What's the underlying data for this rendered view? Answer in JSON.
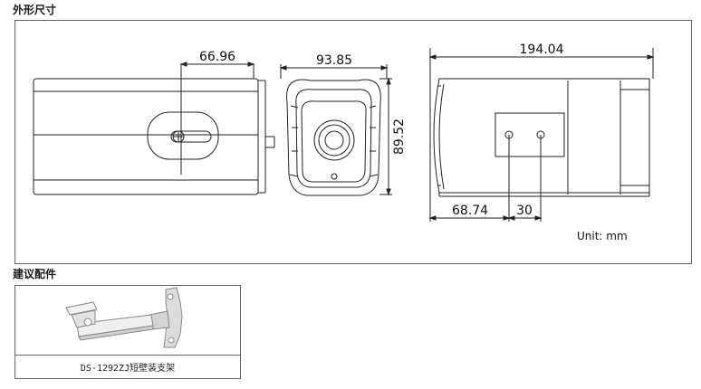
{
  "sections": {
    "dimensions_heading": "外形尺寸",
    "accessories_heading": "建议配件"
  },
  "dimensions": {
    "side_offset": "66.96",
    "front_width": "93.85",
    "front_height": "89.52",
    "top_length": "194.04",
    "bottom_left": "68.74",
    "bottom_right": "30",
    "unit": "Unit: mm"
  },
  "accessory": {
    "caption": "DS-1292ZJ短壁装支架"
  }
}
